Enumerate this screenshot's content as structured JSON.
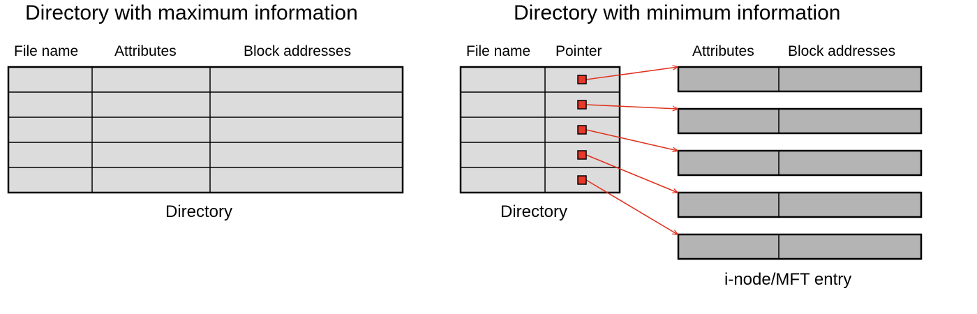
{
  "left_panel": {
    "title": "Directory with maximum information",
    "columns": [
      "File name",
      "Attributes",
      "Block addresses"
    ],
    "caption": "Directory",
    "row_count": 5
  },
  "right_panel": {
    "title": "Directory with minimum information",
    "directory_columns": [
      "File name",
      "Pointer"
    ],
    "entry_columns": [
      "Attributes",
      "Block addresses"
    ],
    "directory_caption": "Directory",
    "entries_caption": "i-node/MFT entry",
    "row_count": 5
  },
  "colors": {
    "directory_fill": "#dcdcdc",
    "entry_fill": "#b4b4b4",
    "pointer_fill": "#e8382a",
    "arrow": "#e0321e",
    "border": "#000000"
  }
}
